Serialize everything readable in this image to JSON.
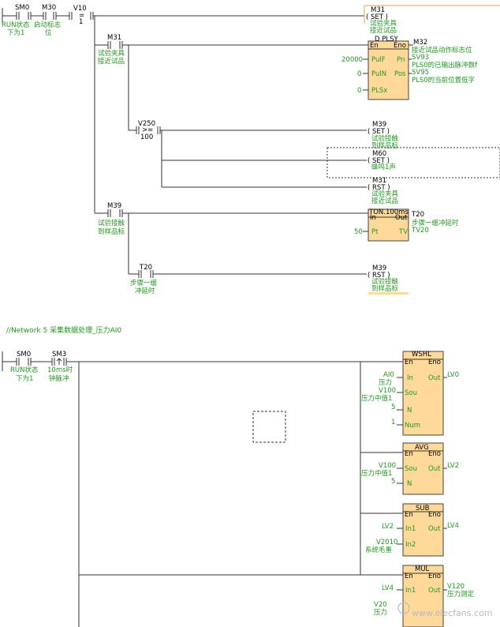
{
  "network5": {
    "comment": "//Network 5  采集数据处理_压力AI0"
  },
  "top": {
    "c_sm0": {
      "addr": "SM0",
      "c1": "RUN状态",
      "c2": "下为1"
    },
    "c_m30": {
      "addr": "M30",
      "c1": "启动标志",
      "c2": "位"
    },
    "c_v10": {
      "addr": "V10",
      "op": "=",
      "val": "1"
    },
    "set_m31": {
      "addr": "M31",
      "op": "( SET )",
      "c1": "试验夹具",
      "c2": "接近试品"
    },
    "c_m31": {
      "addr": "M31",
      "c1": "试验夹具",
      "c2": "接近试品"
    },
    "plsy": {
      "title": "D PLSY",
      "en": "En",
      "eno": "Eno",
      "pulf": "PulF",
      "puln": "PulN",
      "plsx": "PLSx",
      "pn": "Pn",
      "pos": "Pos",
      "in_pulf": "20000",
      "in_puln": "0",
      "in_plsx": "0",
      "out_en": "M32",
      "out_en_c": "接近试品动作标志位",
      "out_pn": "SV93",
      "out_pn_c": "PLS0的已输出脉冲数f",
      "out_pos": "SV95",
      "out_pos_c": "PLS0的当前位置低字"
    },
    "c_v250": {
      "addr": "V250",
      "op": ">=",
      "val": "100"
    },
    "set_m39": {
      "addr": "M39",
      "op": "( SET )",
      "c1": "试验接触",
      "c2": "到样品标"
    },
    "set_m60": {
      "addr": "M60",
      "op": "( SET )",
      "c1": "蜂鸣1声"
    },
    "rst_m31": {
      "addr": "M31",
      "op": "( RST )",
      "c1": "试验夹具",
      "c2": "接近试品"
    },
    "c_m39": {
      "addr": "M39",
      "c1": "试验接触",
      "c2": "到样品标"
    },
    "ton": {
      "title": "TON.100ms",
      "in": "In",
      "out": "Out",
      "pt": "Pt",
      "tv": "TV",
      "in_pt": "50",
      "addr": "T20",
      "addr_c": "步骤一缓冲延时",
      "out_tv": "TV20"
    },
    "c_t20": {
      "addr": "T20",
      "c1": "步骤一缓",
      "c2": "冲延时"
    },
    "rst_m39": {
      "addr": "M39",
      "op": "( RST )",
      "c1": "试验接触",
      "c2": "到样品标"
    }
  },
  "bottom": {
    "c_sm0": {
      "addr": "SM0",
      "c1": "RUN状态",
      "c2": "下为1"
    },
    "c_sm3": {
      "addr": "SM3",
      "c1": "10ms时",
      "c2": "钟脉冲"
    },
    "wshl": {
      "title": "WSHL",
      "en": "En",
      "eno": "Eno",
      "in": "In",
      "sou": "Sou",
      "n": "N",
      "num": "Num",
      "out": "Out",
      "in_in": "AI0",
      "in_in_c": "压力",
      "in_sou": "V100",
      "in_sou_c": "压力中值1",
      "in_n": "5",
      "in_num": "1",
      "out_v": "LV0"
    },
    "avg": {
      "title": "AVG",
      "en": "En",
      "eno": "Eno",
      "sou": "Sou",
      "n": "N",
      "out": "Out",
      "in_sou": "V100",
      "in_sou_c": "压力中值1",
      "in_n": "5",
      "out_v": "LV2"
    },
    "sub": {
      "title": "SUB",
      "en": "En",
      "eno": "Eno",
      "in1": "In1",
      "in2": "In2",
      "out": "Out",
      "in_in1": "LV2",
      "in_in2": "V2010",
      "in_in2_c": "系统毛重",
      "out_v": "LV4"
    },
    "mul": {
      "title": "MUL",
      "en": "En",
      "eno": "Eno",
      "in1": "In1",
      "out": "Out",
      "in_in1": "LV4",
      "in_in2": "V20",
      "in_in2_c": "压力",
      "out_v": "V120",
      "out_v_c": "压力测定"
    }
  },
  "watermark": "www.elecfans.com"
}
